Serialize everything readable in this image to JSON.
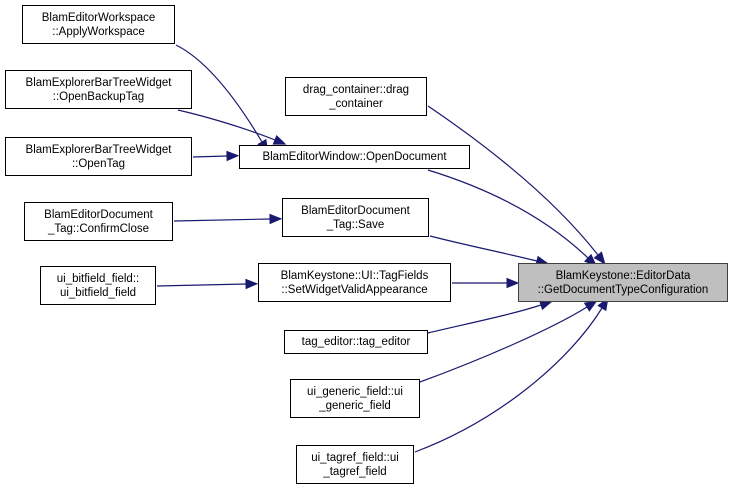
{
  "graph": {
    "edge_color": "#191970",
    "focus_fill": "#bfbfbf",
    "nodes": [
      {
        "id": "apply_workspace",
        "lines": [
          "BlamEditorWorkspace",
          "::ApplyWorkspace"
        ]
      },
      {
        "id": "open_backup_tag",
        "lines": [
          "BlamExplorerBarTreeWidget",
          "::OpenBackupTag"
        ]
      },
      {
        "id": "open_tag",
        "lines": [
          "BlamExplorerBarTreeWidget",
          "::OpenTag"
        ]
      },
      {
        "id": "confirm_close",
        "lines": [
          "BlamEditorDocument",
          "_Tag::ConfirmClose"
        ]
      },
      {
        "id": "ui_bitfield_field",
        "lines": [
          "ui_bitfield_field::",
          "ui_bitfield_field"
        ]
      },
      {
        "id": "drag_container",
        "lines": [
          "drag_container::drag",
          "_container"
        ]
      },
      {
        "id": "open_document",
        "lines": [
          "BlamEditorWindow::OpenDocument"
        ]
      },
      {
        "id": "save",
        "lines": [
          "BlamEditorDocument",
          "_Tag::Save"
        ]
      },
      {
        "id": "set_widget_valid",
        "lines": [
          "BlamKeystone::UI::TagFields",
          "::SetWidgetValidAppearance"
        ]
      },
      {
        "id": "tag_editor",
        "lines": [
          "tag_editor::tag_editor"
        ]
      },
      {
        "id": "ui_generic_field",
        "lines": [
          "ui_generic_field::ui",
          "_generic_field"
        ]
      },
      {
        "id": "ui_tagref_field",
        "lines": [
          "ui_tagref_field::ui",
          "_tagref_field"
        ]
      },
      {
        "id": "get_doc_type_config",
        "lines": [
          "BlamKeystone::EditorData",
          "::GetDocumentTypeConfiguration"
        ],
        "focus": true
      }
    ],
    "edges": [
      {
        "from": "apply_workspace",
        "to": "open_document"
      },
      {
        "from": "open_backup_tag",
        "to": "open_document"
      },
      {
        "from": "open_tag",
        "to": "open_document"
      },
      {
        "from": "confirm_close",
        "to": "save"
      },
      {
        "from": "ui_bitfield_field",
        "to": "set_widget_valid"
      },
      {
        "from": "drag_container",
        "to": "get_doc_type_config"
      },
      {
        "from": "open_document",
        "to": "get_doc_type_config"
      },
      {
        "from": "save",
        "to": "get_doc_type_config"
      },
      {
        "from": "set_widget_valid",
        "to": "get_doc_type_config"
      },
      {
        "from": "tag_editor",
        "to": "get_doc_type_config"
      },
      {
        "from": "ui_generic_field",
        "to": "get_doc_type_config"
      },
      {
        "from": "ui_tagref_field",
        "to": "get_doc_type_config"
      }
    ]
  }
}
